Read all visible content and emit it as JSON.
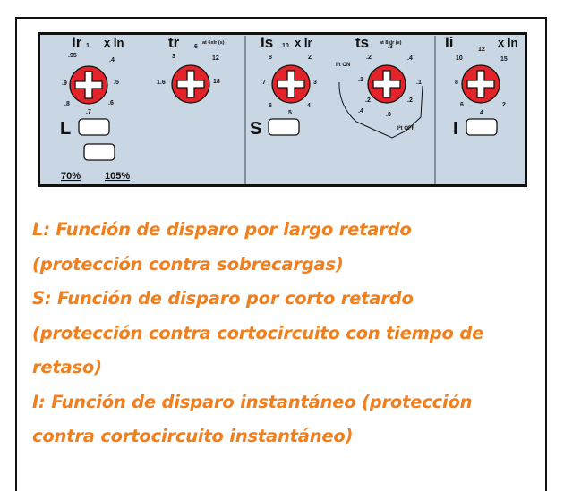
{
  "panel": {
    "colors": {
      "background": "#c9d6e4",
      "knob": "#e2232a",
      "border": "#111111",
      "caption": "#f07f1e"
    },
    "dials": {
      "ir": {
        "label": "Ir",
        "unit": "x In",
        "scale": [
          ".95",
          "1",
          ".4",
          ".5",
          ".6",
          ".7",
          ".8",
          ".9"
        ]
      },
      "tr": {
        "label": "tr",
        "note": "at 6xIr (s)",
        "scale": [
          "3",
          "6",
          "12",
          "18",
          "1.6"
        ]
      },
      "is": {
        "label": "Is",
        "unit": "x Ir",
        "scale": [
          "8",
          "10",
          "2",
          "3",
          "4",
          "5",
          "6",
          "7"
        ]
      },
      "ts": {
        "label": "ts",
        "note": "at 8xIr (s)",
        "scale": [
          ".3",
          ".2",
          ".4",
          ".1",
          ".2",
          ".1",
          ".2",
          ".3",
          ".4"
        ],
        "i2t_on": "I²t ON",
        "i2t_off": "I²t OFF"
      },
      "ii": {
        "label": "Ii",
        "unit": "x In",
        "scale": [
          "10",
          "12",
          "15",
          "8",
          "2",
          "6",
          "4"
        ]
      }
    },
    "sections": {
      "l": "L",
      "s": "S",
      "i": "I"
    },
    "pct_70": "70%",
    "pct_105": "105%"
  },
  "captions": [
    "L: Función de disparo por largo retardo",
    "(protección contra sobrecargas)",
    "S: Función de disparo por corto retardo",
    "(protección contra cortocircuito con tiempo de",
    "retaso)",
    "I: Función de disparo instantáneo (protección",
    "contra cortocircuito instantáneo)"
  ]
}
